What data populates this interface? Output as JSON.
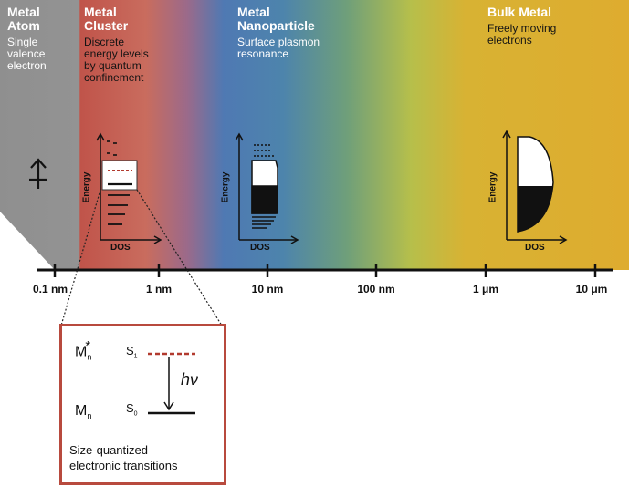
{
  "columns": [
    {
      "key": "atom",
      "title": "Metal\nAtom",
      "desc": "Single\nvalence\nelectron"
    },
    {
      "key": "cluster",
      "title": "Metal\nCluster",
      "desc": "Discrete\nenergy levels\nby quantum\nconfinement"
    },
    {
      "key": "nanoparticle",
      "title": "Metal\nNanoparticle",
      "desc": "Surface plasmon\nresonance"
    },
    {
      "key": "bulk",
      "title": "Bulk Metal",
      "desc": "Freely moving\nelectrons"
    }
  ],
  "plots": {
    "energy_label": "Energy",
    "dos_label": "DOS"
  },
  "scale_ticks": [
    "0.1 nm",
    "1 nm",
    "10 nm",
    "100 nm",
    "1 μm",
    "10 μm"
  ],
  "inset": {
    "excited_state": "M",
    "excited_sub": "n",
    "excited_sup": "*",
    "ground_state": "M",
    "ground_sub": "n",
    "level_s1": "S",
    "level_s1_sub": "1",
    "level_s0": "S",
    "level_s0_sub": "0",
    "photon": "hν",
    "caption": "Size-quantized\nelectronic transitions"
  },
  "colors": {
    "atom": "#939393",
    "cluster": "#c96c5e",
    "nanoparticle": "#4f79b3",
    "bulk": "#deac2f",
    "inset_border": "#b84a3e",
    "excited_level": "#b23a2e"
  }
}
